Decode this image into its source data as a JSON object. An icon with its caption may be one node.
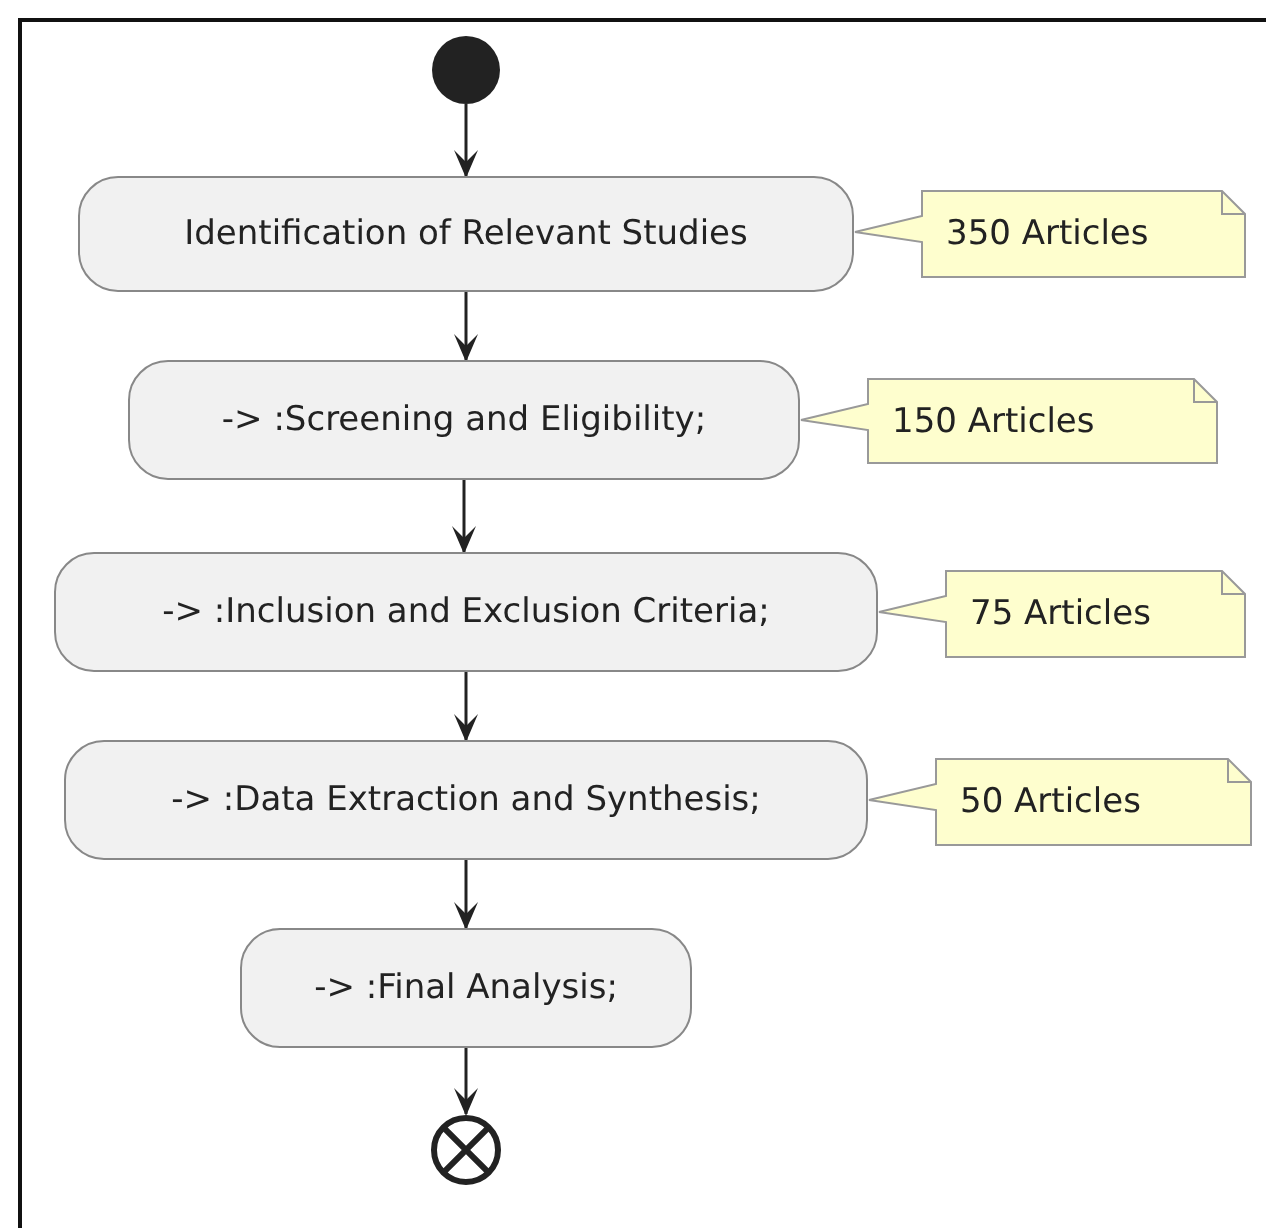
{
  "diagram": {
    "nodes": [
      {
        "text": [],
        "shape": "circle"
      },
      {
        "text": [
          "Identification of Relevant Studies"
        ]
      },
      {
        "text": [
          "350 Articles"
        ]
      },
      {
        "text": [
          "-> :Screening and Eligibility;"
        ]
      },
      {
        "text": [
          "150 Articles"
        ]
      },
      {
        "text": [
          "-> :Inclusion and Exclusion Criteria;"
        ]
      },
      {
        "text": [
          "75 Articles"
        ]
      },
      {
        "text": [
          "-> :Data Extraction and Synthesis;"
        ]
      },
      {
        "text": [
          "50 Articles"
        ]
      },
      {
        "text": [
          "-> :Final Analysis;"
        ]
      },
      {
        "text": [],
        "shape": "circle"
      }
    ],
    "edges": [
      {
        "from": 0,
        "to": 1,
        "arrow": "to"
      },
      {
        "from": 1,
        "to": 3,
        "arrow": "to"
      },
      {
        "from": 3,
        "to": 5,
        "arrow": "to"
      },
      {
        "from": 5,
        "to": 7,
        "arrow": "to"
      },
      {
        "from": 7,
        "to": 9,
        "arrow": "to"
      },
      {
        "from": 9,
        "to": 10,
        "arrow": "to"
      }
    ]
  }
}
